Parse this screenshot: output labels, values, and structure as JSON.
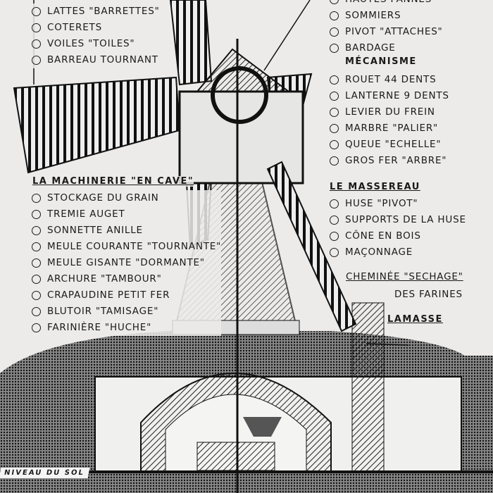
{
  "top_left_list": [
    "LATTES \"BARRETTES\"",
    "COTERETS",
    "VOILES \"TOILES\"",
    "BARREAU TOURNANT"
  ],
  "top_right_list": [
    "HAUTES PANNES",
    "SOMMIERS",
    "PIVOT \"ATTACHES\"",
    "BARDAGE"
  ],
  "mecanisme": {
    "heading": "MÉCANISME",
    "items": [
      "ROUET  44 DENTS",
      "LANTERNE 9 DENTS",
      "LEVIER DU FREIN",
      "MARBRE \"PALIER\"",
      "QUEUE \"ECHELLE\"",
      "GROS FER \"ARBRE\""
    ]
  },
  "machinerie": {
    "heading": "LA MACHINERIE \"EN CAVE\"",
    "items": [
      "STOCKAGE DU GRAIN",
      "TREMIE   AUGET",
      "SONNETTE  ANILLE",
      "MEULE COURANTE \"TOURNANTE\"",
      "MEULE GISANTE \"DORMANTE\"",
      "ARCHURE \"TAMBOUR\"",
      "CRAPAUDINE  PETIT FER",
      "BLUTOIR \"TAMISAGE\"",
      "FARINIÈRE \"HUCHE\""
    ]
  },
  "massereau": {
    "heading": "LE MASSEREAU",
    "items": [
      "HUSE \"PIVOT\"",
      "SUPPORTS DE LA HUSE",
      "CÔNE EN BOIS",
      "MAÇONNAGE"
    ]
  },
  "cheminee": {
    "line1": "CHEMINÉE \"SECHAGE\"",
    "line2": "DES FARINES"
  },
  "lamasse": "LAMASSE",
  "niveau_du_sol": "NIVEAU DU SOL"
}
